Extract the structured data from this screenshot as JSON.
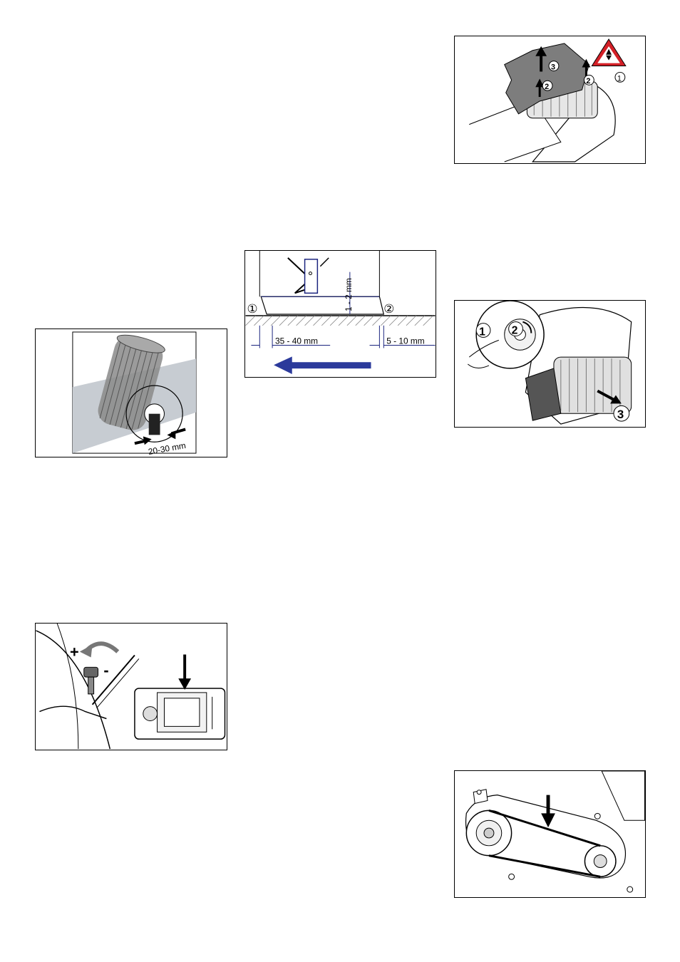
{
  "figures": {
    "brush_wear": {
      "dimension_label": "20-30 mm"
    },
    "brush_adjust": {
      "plus_label": "+",
      "minus_label": "-"
    },
    "squeegee": {
      "marker_1": "①",
      "marker_2": "②",
      "height_label": "1 - 2 mm",
      "front_label": "35 - 40 mm",
      "rear_label": "5 - 10 mm"
    },
    "cover_removal": {
      "step_1": "1",
      "step_2": "2",
      "step_3": "3"
    },
    "brush_removal": {
      "step_1": "1",
      "step_2": "2",
      "step_3": "3"
    },
    "belt": {}
  }
}
